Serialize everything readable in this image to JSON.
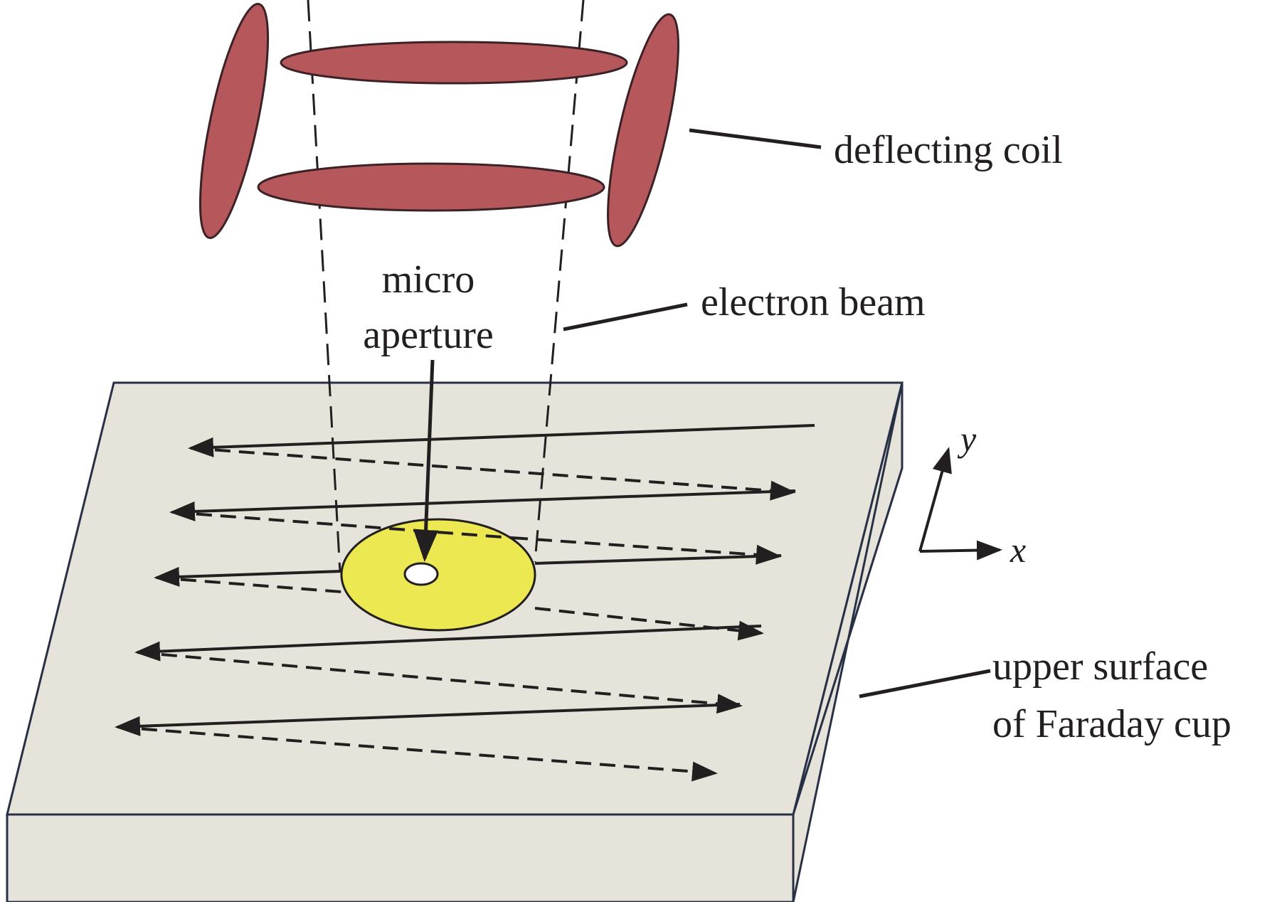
{
  "labels": {
    "deflecting_coil": "deflecting coil",
    "electron_beam": "electron beam",
    "micro_aperture_line1": "micro",
    "micro_aperture_line2": "aperture",
    "faraday_line1": "upper surface",
    "faraday_line2": "of Faraday cup",
    "axis_x": "x",
    "axis_y": "y"
  },
  "colors": {
    "coil_fill": "#b5575b",
    "coil_stroke": "#3a2226",
    "plate_fill": "#e6e4da",
    "plate_stroke": "#283046",
    "aperture_disc": "#ece851",
    "line": "#231f20"
  },
  "scan": {
    "pattern": "raster",
    "solid_passes": 5,
    "dashed_return_passes": 5
  }
}
